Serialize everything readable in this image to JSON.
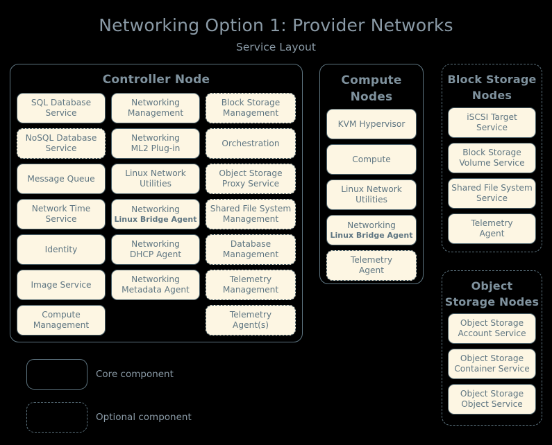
{
  "header": {
    "title": "Networking Option 1: Provider Networks",
    "subtitle": "Service Layout"
  },
  "nodes": {
    "controller": {
      "title": "Controller Node",
      "optional": false,
      "columns": [
        [
          {
            "lines": [
              "SQL Database",
              "Service"
            ],
            "optional": false
          },
          {
            "lines": [
              "NoSQL Database",
              "Service"
            ],
            "optional": true
          },
          {
            "lines": [
              "Message Queue"
            ],
            "optional": false
          },
          {
            "lines": [
              "Network Time",
              "Service"
            ],
            "optional": false
          },
          {
            "lines": [
              "Identity"
            ],
            "optional": false
          },
          {
            "lines": [
              "Image Service"
            ],
            "optional": false
          },
          {
            "lines": [
              "Compute",
              "Management"
            ],
            "optional": false
          }
        ],
        [
          {
            "lines": [
              "Networking",
              "Management"
            ],
            "optional": false
          },
          {
            "lines": [
              "Networking",
              "ML2 Plug-in"
            ],
            "optional": false
          },
          {
            "lines": [
              "Linux Network",
              "Utilities"
            ],
            "optional": false
          },
          {
            "lines": [
              "Networking",
              "Linux Bridge Agent"
            ],
            "optional": false,
            "small_second_line": true
          },
          {
            "lines": [
              "Networking",
              "DHCP Agent"
            ],
            "optional": false
          },
          {
            "lines": [
              "Networking",
              "Metadata Agent"
            ],
            "optional": false
          },
          {
            "lines": [],
            "empty": true
          }
        ],
        [
          {
            "lines": [
              "Block Storage",
              "Management"
            ],
            "optional": true
          },
          {
            "lines": [
              "Orchestration"
            ],
            "optional": true
          },
          {
            "lines": [
              "Object Storage",
              "Proxy Service"
            ],
            "optional": true
          },
          {
            "lines": [
              "Shared File System",
              "Management"
            ],
            "optional": true
          },
          {
            "lines": [
              "Database",
              "Management"
            ],
            "optional": true
          },
          {
            "lines": [
              "Telemetry",
              "Management"
            ],
            "optional": true
          },
          {
            "lines": [
              "Telemetry",
              "Agent(s)"
            ],
            "optional": true
          }
        ]
      ]
    },
    "compute": {
      "title": "Compute\nNodes",
      "title_lines": [
        "Compute",
        "Nodes"
      ],
      "optional": false,
      "items": [
        {
          "lines": [
            "KVM Hypervisor"
          ],
          "optional": false
        },
        {
          "lines": [
            "Compute"
          ],
          "optional": false
        },
        {
          "lines": [
            "Linux Network",
            "Utilities"
          ],
          "optional": false
        },
        {
          "lines": [
            "Networking",
            "Linux Bridge Agent"
          ],
          "optional": false,
          "small_second_line": true
        },
        {
          "lines": [
            "Telemetry",
            "Agent"
          ],
          "optional": true
        }
      ]
    },
    "block_storage": {
      "title_lines": [
        "Block Storage",
        "Nodes"
      ],
      "optional": true,
      "items": [
        {
          "lines": [
            "iSCSI Target",
            "Service"
          ],
          "optional": false
        },
        {
          "lines": [
            "Block Storage",
            "Volume Service"
          ],
          "optional": false
        },
        {
          "lines": [
            "Shared File System",
            "Service"
          ],
          "optional": false
        },
        {
          "lines": [
            "Telemetry",
            "Agent"
          ],
          "optional": false
        }
      ]
    },
    "object_storage": {
      "title_lines": [
        "Object",
        "Storage Nodes"
      ],
      "optional": true,
      "items": [
        {
          "lines": [
            "Object Storage",
            "Account Service"
          ],
          "optional": false
        },
        {
          "lines": [
            "Object Storage",
            "Container Service"
          ],
          "optional": false
        },
        {
          "lines": [
            "Object Storage",
            "Object Service"
          ],
          "optional": false
        }
      ]
    }
  },
  "legend": [
    {
      "label": "Core component",
      "style": "solid"
    },
    {
      "label": "Optional component",
      "style": "dashed"
    }
  ],
  "colors": {
    "background": "#000000",
    "box_fill": "#fdf6e3",
    "box_border": "#4a6069",
    "container_border": "#5f7682",
    "text": "#5f7682",
    "title_text": "#8a9aa6"
  }
}
